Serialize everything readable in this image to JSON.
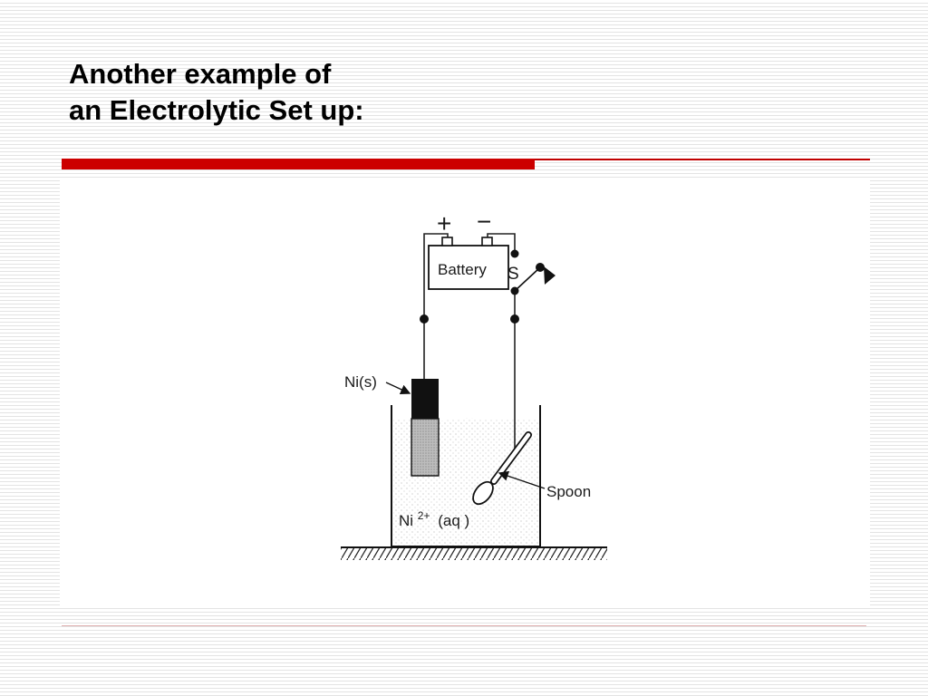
{
  "slide": {
    "title_line1": "Another example of",
    "title_line2": "an Electrolytic Set up:"
  },
  "colors": {
    "accent_red": "#cc0000",
    "thin_rule_red": "#c00000"
  },
  "diagram": {
    "plus_sign": "+",
    "minus_sign": "−",
    "battery_label": "Battery",
    "switch_label": "S",
    "electrode_label": "Ni(s)",
    "spoon_label": "Spoon",
    "solution_label_base": "Ni",
    "solution_label_superscript": "2+",
    "solution_label_state": "(aq )"
  }
}
